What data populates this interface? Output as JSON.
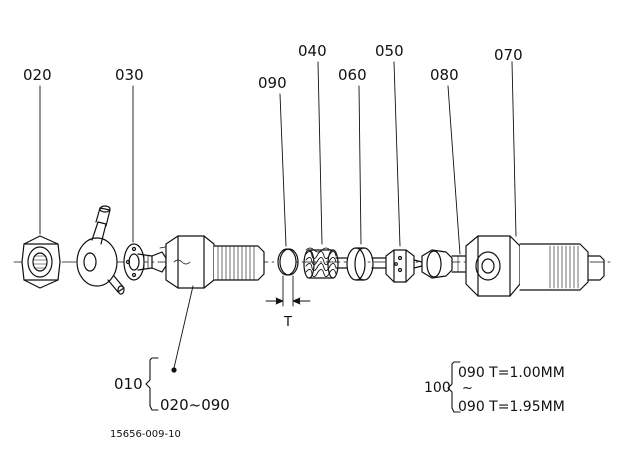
{
  "parts": [
    {
      "id": "p020",
      "label": "020"
    },
    {
      "id": "p030",
      "label": "030"
    },
    {
      "id": "p090",
      "label": "090"
    },
    {
      "id": "p040",
      "label": "040"
    },
    {
      "id": "p060",
      "label": "060"
    },
    {
      "id": "p050",
      "label": "050"
    },
    {
      "id": "p080",
      "label": "080"
    },
    {
      "id": "p070",
      "label": "070"
    }
  ],
  "dimension_label": "T",
  "assembly": {
    "number": "010",
    "range": "020~090"
  },
  "shim_spec": {
    "number": "100",
    "first": "090 T=1.00MM",
    "tilde": "~",
    "last": "090 T=1.95MM"
  },
  "drawing_code": "15656-009-10"
}
